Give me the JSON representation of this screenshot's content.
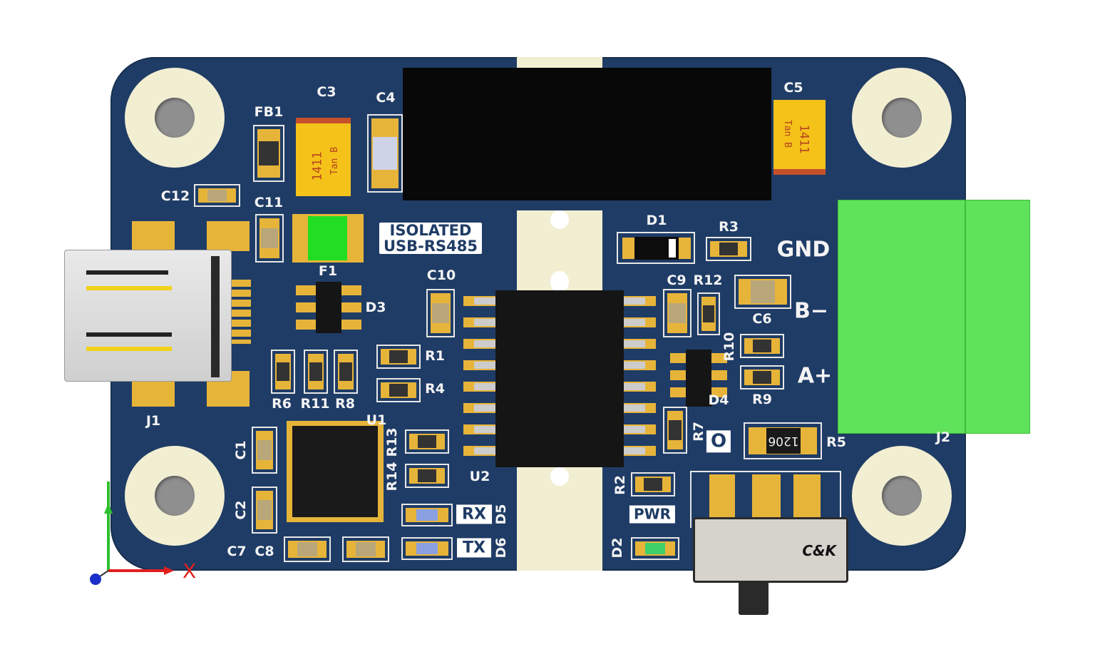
{
  "board_title": [
    "ISOLATED",
    "USB-RS485"
  ],
  "labels": {
    "fb1": "FB1",
    "c3": "C3",
    "c4": "C4",
    "c5": "C5",
    "c12": "C12",
    "c11": "C11",
    "f1": "F1",
    "d1": "D1",
    "r3": "R3",
    "gnd": "GND",
    "c10": "C10",
    "d3": "D3",
    "c9": "C9",
    "r12": "R12",
    "c6": "C6",
    "bminus": "B−",
    "r10": "R10",
    "r1": "R1",
    "r4": "R4",
    "aplus": "A+",
    "d4": "D4",
    "r9": "R9",
    "r6": "R6",
    "r11": "R11",
    "r8": "R8",
    "u1": "U1",
    "j1": "J1",
    "r7": "R7",
    "o": "O",
    "r5": "R5",
    "j2": "J2",
    "c1": "C1",
    "r13": "R13",
    "r14": "R14",
    "u2": "U2",
    "r2": "R2",
    "c2": "C2",
    "rx": "RX",
    "d5": "D5",
    "pwr": "PWR",
    "c7": "C7",
    "c8": "C8",
    "tx": "TX",
    "d6": "D6",
    "d2": "D2"
  },
  "part_markings": {
    "tantalum_code": "1411",
    "tantalum_type": "Tan B",
    "r5_code": "1206",
    "switch_brand": "C&K"
  },
  "axis_label_x": "X",
  "colors": {
    "pcb": "#1f3c66",
    "pad": "#e7b43a",
    "terminal": "#5fe35a",
    "hole": "#f2eed2"
  }
}
